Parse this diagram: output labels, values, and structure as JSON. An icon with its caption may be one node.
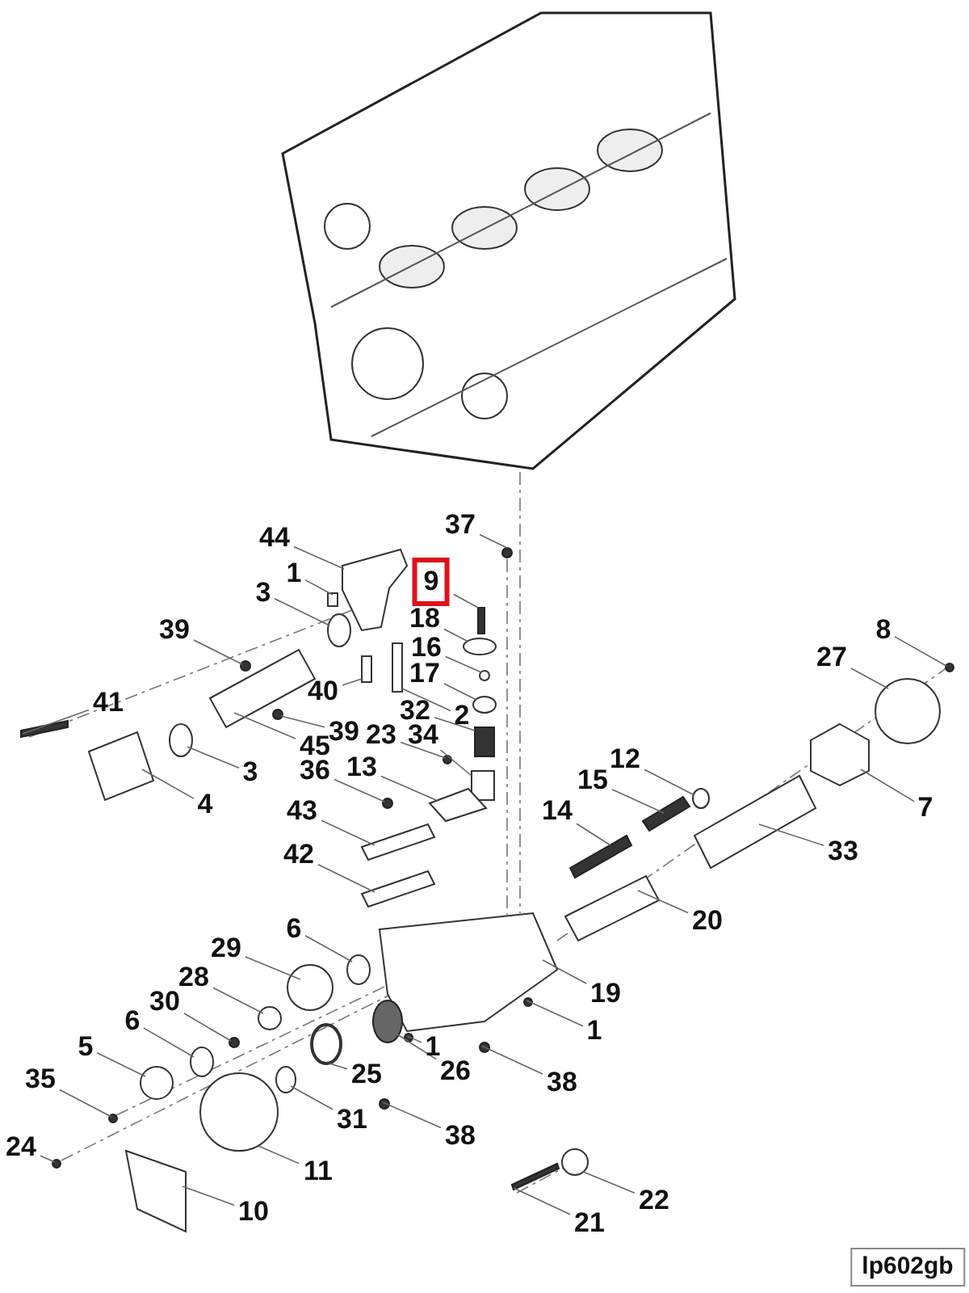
{
  "diagram": {
    "nodes": [
      {
        "text": [
          "37"
        ]
      },
      {
        "text": [
          "44"
        ]
      },
      {
        "text": [
          "1"
        ]
      },
      {
        "text": [
          "9"
        ]
      },
      {
        "text": [
          "3"
        ]
      },
      {
        "text": [
          "18"
        ]
      },
      {
        "text": [
          "39"
        ]
      },
      {
        "text": [
          "8"
        ]
      },
      {
        "text": [
          "16"
        ]
      },
      {
        "text": [
          "27"
        ]
      },
      {
        "text": [
          "17"
        ]
      },
      {
        "text": [
          "40"
        ]
      },
      {
        "text": [
          "41"
        ]
      },
      {
        "text": [
          "32"
        ]
      },
      {
        "text": [
          "2"
        ]
      },
      {
        "text": [
          "39"
        ]
      },
      {
        "text": [
          "23"
        ]
      },
      {
        "text": [
          "34"
        ]
      },
      {
        "text": [
          "45"
        ]
      },
      {
        "text": [
          "12"
        ]
      },
      {
        "text": [
          "13"
        ]
      },
      {
        "text": [
          "36"
        ]
      },
      {
        "text": [
          "3"
        ]
      },
      {
        "text": [
          "15"
        ]
      },
      {
        "text": [
          "4"
        ]
      },
      {
        "text": [
          "7"
        ]
      },
      {
        "text": [
          "43"
        ]
      },
      {
        "text": [
          "14"
        ]
      },
      {
        "text": [
          "33"
        ]
      },
      {
        "text": [
          "42"
        ]
      },
      {
        "text": [
          "20"
        ]
      },
      {
        "text": [
          "6"
        ]
      },
      {
        "text": [
          "29"
        ]
      },
      {
        "text": [
          "28"
        ]
      },
      {
        "text": [
          "19"
        ]
      },
      {
        "text": [
          "30"
        ]
      },
      {
        "text": [
          "6"
        ]
      },
      {
        "text": [
          "1"
        ]
      },
      {
        "text": [
          "5"
        ]
      },
      {
        "text": [
          "1"
        ]
      },
      {
        "text": [
          "26"
        ]
      },
      {
        "text": [
          "25"
        ]
      },
      {
        "text": [
          "35"
        ]
      },
      {
        "text": [
          "38"
        ]
      },
      {
        "text": [
          "31"
        ]
      },
      {
        "text": [
          "38"
        ]
      },
      {
        "text": [
          "24"
        ]
      },
      {
        "text": [
          "11"
        ]
      },
      {
        "text": [
          "22"
        ]
      },
      {
        "text": [
          "10"
        ]
      },
      {
        "text": [
          "21"
        ]
      },
      {
        "text": [
          "lp602gb"
        ]
      },
      {
        "text": [],
        "shape": "circle"
      },
      {
        "text": [],
        "shape": "polygon"
      },
      {
        "text": [],
        "shape": "box"
      },
      {
        "text": [],
        "shape": "bar"
      },
      {
        "text": [],
        "shape": "circle"
      },
      {
        "text": [],
        "shape": "circle"
      },
      {
        "text": [],
        "shape": "circle"
      },
      {
        "text": [],
        "shape": "circle"
      },
      {
        "text": [],
        "shape": "circle"
      },
      {
        "text": [],
        "shape": "circle"
      },
      {
        "text": [],
        "shape": "circle"
      },
      {
        "text": [],
        "shape": "box"
      },
      {
        "text": [],
        "shape": "bar"
      },
      {
        "text": [],
        "shape": "box"
      },
      {
        "text": [],
        "shape": "bar"
      },
      {
        "text": [],
        "shape": "circle"
      },
      {
        "text": [],
        "shape": "circle"
      },
      {
        "text": [],
        "shape": "box"
      },
      {
        "text": [],
        "shape": "box"
      },
      {
        "text": [],
        "shape": "circle"
      },
      {
        "text": [],
        "shape": "box"
      },
      {
        "text": [],
        "shape": "circle"
      },
      {
        "text": [],
        "shape": "circle"
      },
      {
        "text": [],
        "shape": "bar"
      },
      {
        "text": [],
        "shape": "box"
      },
      {
        "text": [],
        "shape": "hexagon"
      },
      {
        "text": [],
        "shape": "box"
      },
      {
        "text": [],
        "shape": "bar"
      },
      {
        "text": [],
        "shape": "box"
      },
      {
        "text": [],
        "shape": "box"
      },
      {
        "text": [],
        "shape": "box"
      },
      {
        "text": [],
        "shape": "circle"
      },
      {
        "text": [],
        "shape": "circle"
      },
      {
        "text": [],
        "shape": "circle"
      },
      {
        "text": [],
        "shape": "polygon"
      },
      {
        "text": [],
        "shape": "circle"
      },
      {
        "text": [],
        "shape": "circle"
      },
      {
        "text": [],
        "shape": "circle"
      },
      {
        "text": [],
        "shape": "circle"
      },
      {
        "text": [],
        "shape": "circle"
      },
      {
        "text": [],
        "shape": "circle"
      },
      {
        "text": [],
        "shape": "circle"
      },
      {
        "text": [],
        "shape": "circle"
      },
      {
        "text": [],
        "shape": "circle"
      },
      {
        "text": [],
        "shape": "circle"
      },
      {
        "text": [],
        "shape": "circle"
      },
      {
        "text": [],
        "shape": "circle"
      },
      {
        "text": [],
        "shape": "circle"
      },
      {
        "text": [],
        "shape": "circle"
      },
      {
        "text": [],
        "shape": "box"
      },
      {
        "text": [],
        "shape": "bar"
      }
    ],
    "edges": [
      {
        "from": 0,
        "to": 52,
        "arrow": "none"
      },
      {
        "from": 1,
        "to": 53,
        "arrow": "none"
      },
      {
        "from": 2,
        "to": 54,
        "arrow": "none"
      },
      {
        "from": 3,
        "to": 55,
        "arrow": "none"
      },
      {
        "from": 4,
        "to": 56,
        "arrow": "none"
      },
      {
        "from": 5,
        "to": 57,
        "arrow": "none"
      },
      {
        "from": 6,
        "to": 58,
        "arrow": "none"
      },
      {
        "from": 7,
        "to": 59,
        "arrow": "none"
      },
      {
        "from": 8,
        "to": 60,
        "arrow": "none"
      },
      {
        "from": 9,
        "to": 61,
        "arrow": "none"
      },
      {
        "from": 10,
        "to": 62,
        "arrow": "none"
      },
      {
        "from": 11,
        "to": 63,
        "arrow": "none"
      },
      {
        "from": 12,
        "to": 64,
        "arrow": "none"
      },
      {
        "from": 13,
        "to": 65,
        "arrow": "none"
      },
      {
        "from": 14,
        "to": 66,
        "arrow": "none"
      },
      {
        "from": 15,
        "to": 67,
        "arrow": "none"
      },
      {
        "from": 16,
        "to": 68,
        "arrow": "none"
      },
      {
        "from": 17,
        "to": 69,
        "arrow": "none"
      },
      {
        "from": 18,
        "to": 70,
        "arrow": "none"
      },
      {
        "from": 19,
        "to": 71,
        "arrow": "none"
      },
      {
        "from": 20,
        "to": 72,
        "arrow": "none"
      },
      {
        "from": 21,
        "to": 73,
        "arrow": "none"
      },
      {
        "from": 22,
        "to": 74,
        "arrow": "none"
      },
      {
        "from": 23,
        "to": 75,
        "arrow": "none"
      },
      {
        "from": 24,
        "to": 76,
        "arrow": "none"
      },
      {
        "from": 25,
        "to": 77,
        "arrow": "none"
      },
      {
        "from": 26,
        "to": 78,
        "arrow": "none"
      },
      {
        "from": 27,
        "to": 79,
        "arrow": "none"
      },
      {
        "from": 28,
        "to": 80,
        "arrow": "none"
      },
      {
        "from": 29,
        "to": 81,
        "arrow": "none"
      },
      {
        "from": 30,
        "to": 82,
        "arrow": "none"
      },
      {
        "from": 31,
        "to": 83,
        "arrow": "none"
      },
      {
        "from": 32,
        "to": 84,
        "arrow": "none"
      },
      {
        "from": 33,
        "to": 85,
        "arrow": "none"
      },
      {
        "from": 34,
        "to": 86,
        "arrow": "none"
      },
      {
        "from": 35,
        "to": 87,
        "arrow": "none"
      },
      {
        "from": 36,
        "to": 88,
        "arrow": "none"
      },
      {
        "from": 37,
        "to": 89,
        "arrow": "none"
      },
      {
        "from": 38,
        "to": 90,
        "arrow": "none"
      },
      {
        "from": 39,
        "to": 91,
        "arrow": "none"
      },
      {
        "from": 40,
        "to": 92,
        "arrow": "none"
      },
      {
        "from": 41,
        "to": 93,
        "arrow": "none"
      },
      {
        "from": 42,
        "to": 94,
        "arrow": "none"
      },
      {
        "from": 43,
        "to": 95,
        "arrow": "none"
      },
      {
        "from": 44,
        "to": 96,
        "arrow": "none"
      },
      {
        "from": 45,
        "to": 97,
        "arrow": "none"
      },
      {
        "from": 46,
        "to": 98,
        "arrow": "none"
      },
      {
        "from": 47,
        "to": 99,
        "arrow": "none"
      },
      {
        "from": 48,
        "to": 100,
        "arrow": "none"
      },
      {
        "from": 49,
        "to": 101,
        "arrow": "none"
      },
      {
        "from": 50,
        "to": 102,
        "arrow": "none"
      }
    ]
  }
}
